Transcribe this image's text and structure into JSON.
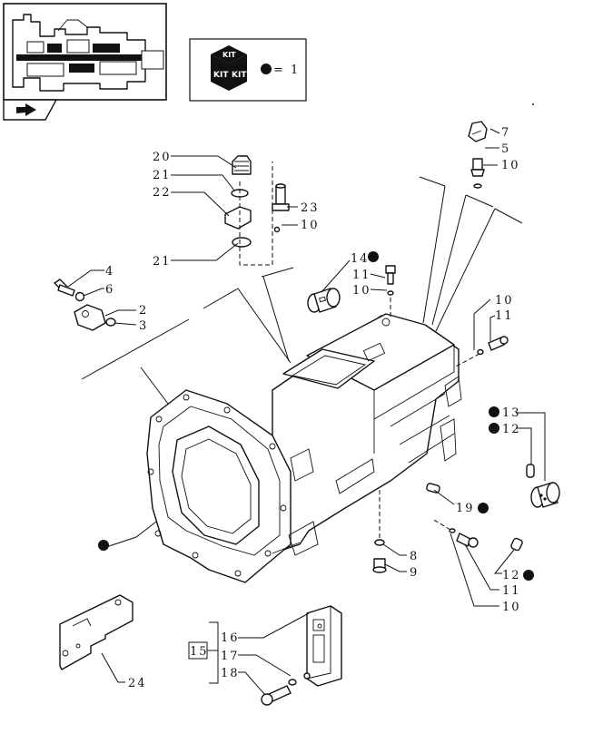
{
  "kit_legend": {
    "badge_top": "KIT",
    "badge_left": "KIT",
    "badge_right": "KIT",
    "equals_text": "= 1"
  },
  "callouts": [
    {
      "id": "c20",
      "text": "20"
    },
    {
      "id": "c21a",
      "text": "21"
    },
    {
      "id": "c22",
      "text": "22"
    },
    {
      "id": "c23",
      "text": "23"
    },
    {
      "id": "c10a",
      "text": "10"
    },
    {
      "id": "c21b",
      "text": "21"
    },
    {
      "id": "c4",
      "text": "4"
    },
    {
      "id": "c6",
      "text": "6"
    },
    {
      "id": "c2",
      "text": "2"
    },
    {
      "id": "c3",
      "text": "3"
    },
    {
      "id": "c14",
      "text": "14"
    },
    {
      "id": "c11a",
      "text": "11"
    },
    {
      "id": "c10b",
      "text": "10"
    },
    {
      "id": "c7",
      "text": "7"
    },
    {
      "id": "c5",
      "text": "5"
    },
    {
      "id": "c10c",
      "text": "10"
    },
    {
      "id": "c10d",
      "text": "10"
    },
    {
      "id": "c11b",
      "text": "11"
    },
    {
      "id": "c13",
      "text": "13"
    },
    {
      "id": "c12a",
      "text": "12"
    },
    {
      "id": "c19",
      "text": "19"
    },
    {
      "id": "c8",
      "text": "8"
    },
    {
      "id": "c9",
      "text": "9"
    },
    {
      "id": "c11c",
      "text": "11"
    },
    {
      "id": "c12b",
      "text": "12"
    },
    {
      "id": "c10e",
      "text": "10"
    },
    {
      "id": "c24",
      "text": "24"
    },
    {
      "id": "c15",
      "text": "15"
    },
    {
      "id": "c16",
      "text": "16"
    },
    {
      "id": "c17",
      "text": "17"
    },
    {
      "id": "c18",
      "text": "18"
    }
  ]
}
